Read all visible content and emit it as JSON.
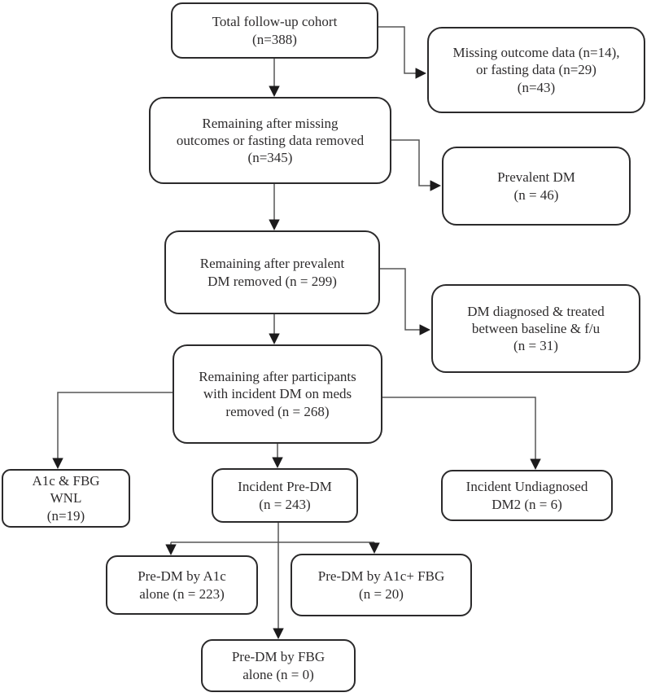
{
  "diagram": {
    "kind": "study-cohort-flowchart",
    "nodes": {
      "total_cohort": {
        "text": "Total follow-up cohort\n(n=388)"
      },
      "missing_data": {
        "text": "Missing outcome data (n=14),\nor fasting data (n=29)\n(n=43)"
      },
      "remaining_missing": {
        "text": "Remaining after missing\noutcomes or fasting data removed\n(n=345)"
      },
      "prevalent_dm": {
        "text": "Prevalent DM\n(n = 46)"
      },
      "remaining_prevalent": {
        "text": "Remaining after prevalent\nDM removed (n = 299)"
      },
      "dm_treated": {
        "text": "DM diagnosed & treated\nbetween baseline & f/u\n(n = 31)"
      },
      "remaining_incident": {
        "text": "Remaining after participants\nwith incident DM on meds\nremoved (n = 268)"
      },
      "a1c_fbg_wnl": {
        "text": "A1c & FBG\nWNL\n(n=19)"
      },
      "incident_predm": {
        "text": "Incident Pre-DM\n(n = 243)"
      },
      "incident_dm2": {
        "text": "Incident Undiagnosed\nDM2 (n = 6)"
      },
      "predm_a1c_alone": {
        "text": "Pre-DM by A1c\nalone (n = 223)"
      },
      "predm_a1c_fbg": {
        "text": "Pre-DM by A1c+ FBG\n(n = 20)"
      },
      "predm_fbg_alone": {
        "text": "Pre-DM by FBG\nalone (n = 0)"
      }
    },
    "colors": {
      "box_border": "#2b2a2b",
      "box_fill": "#ffffff",
      "text": "#2e2c2d",
      "connector": "#565656",
      "arrowhead": "#1c1b1c",
      "background": "#ffffff"
    }
  }
}
